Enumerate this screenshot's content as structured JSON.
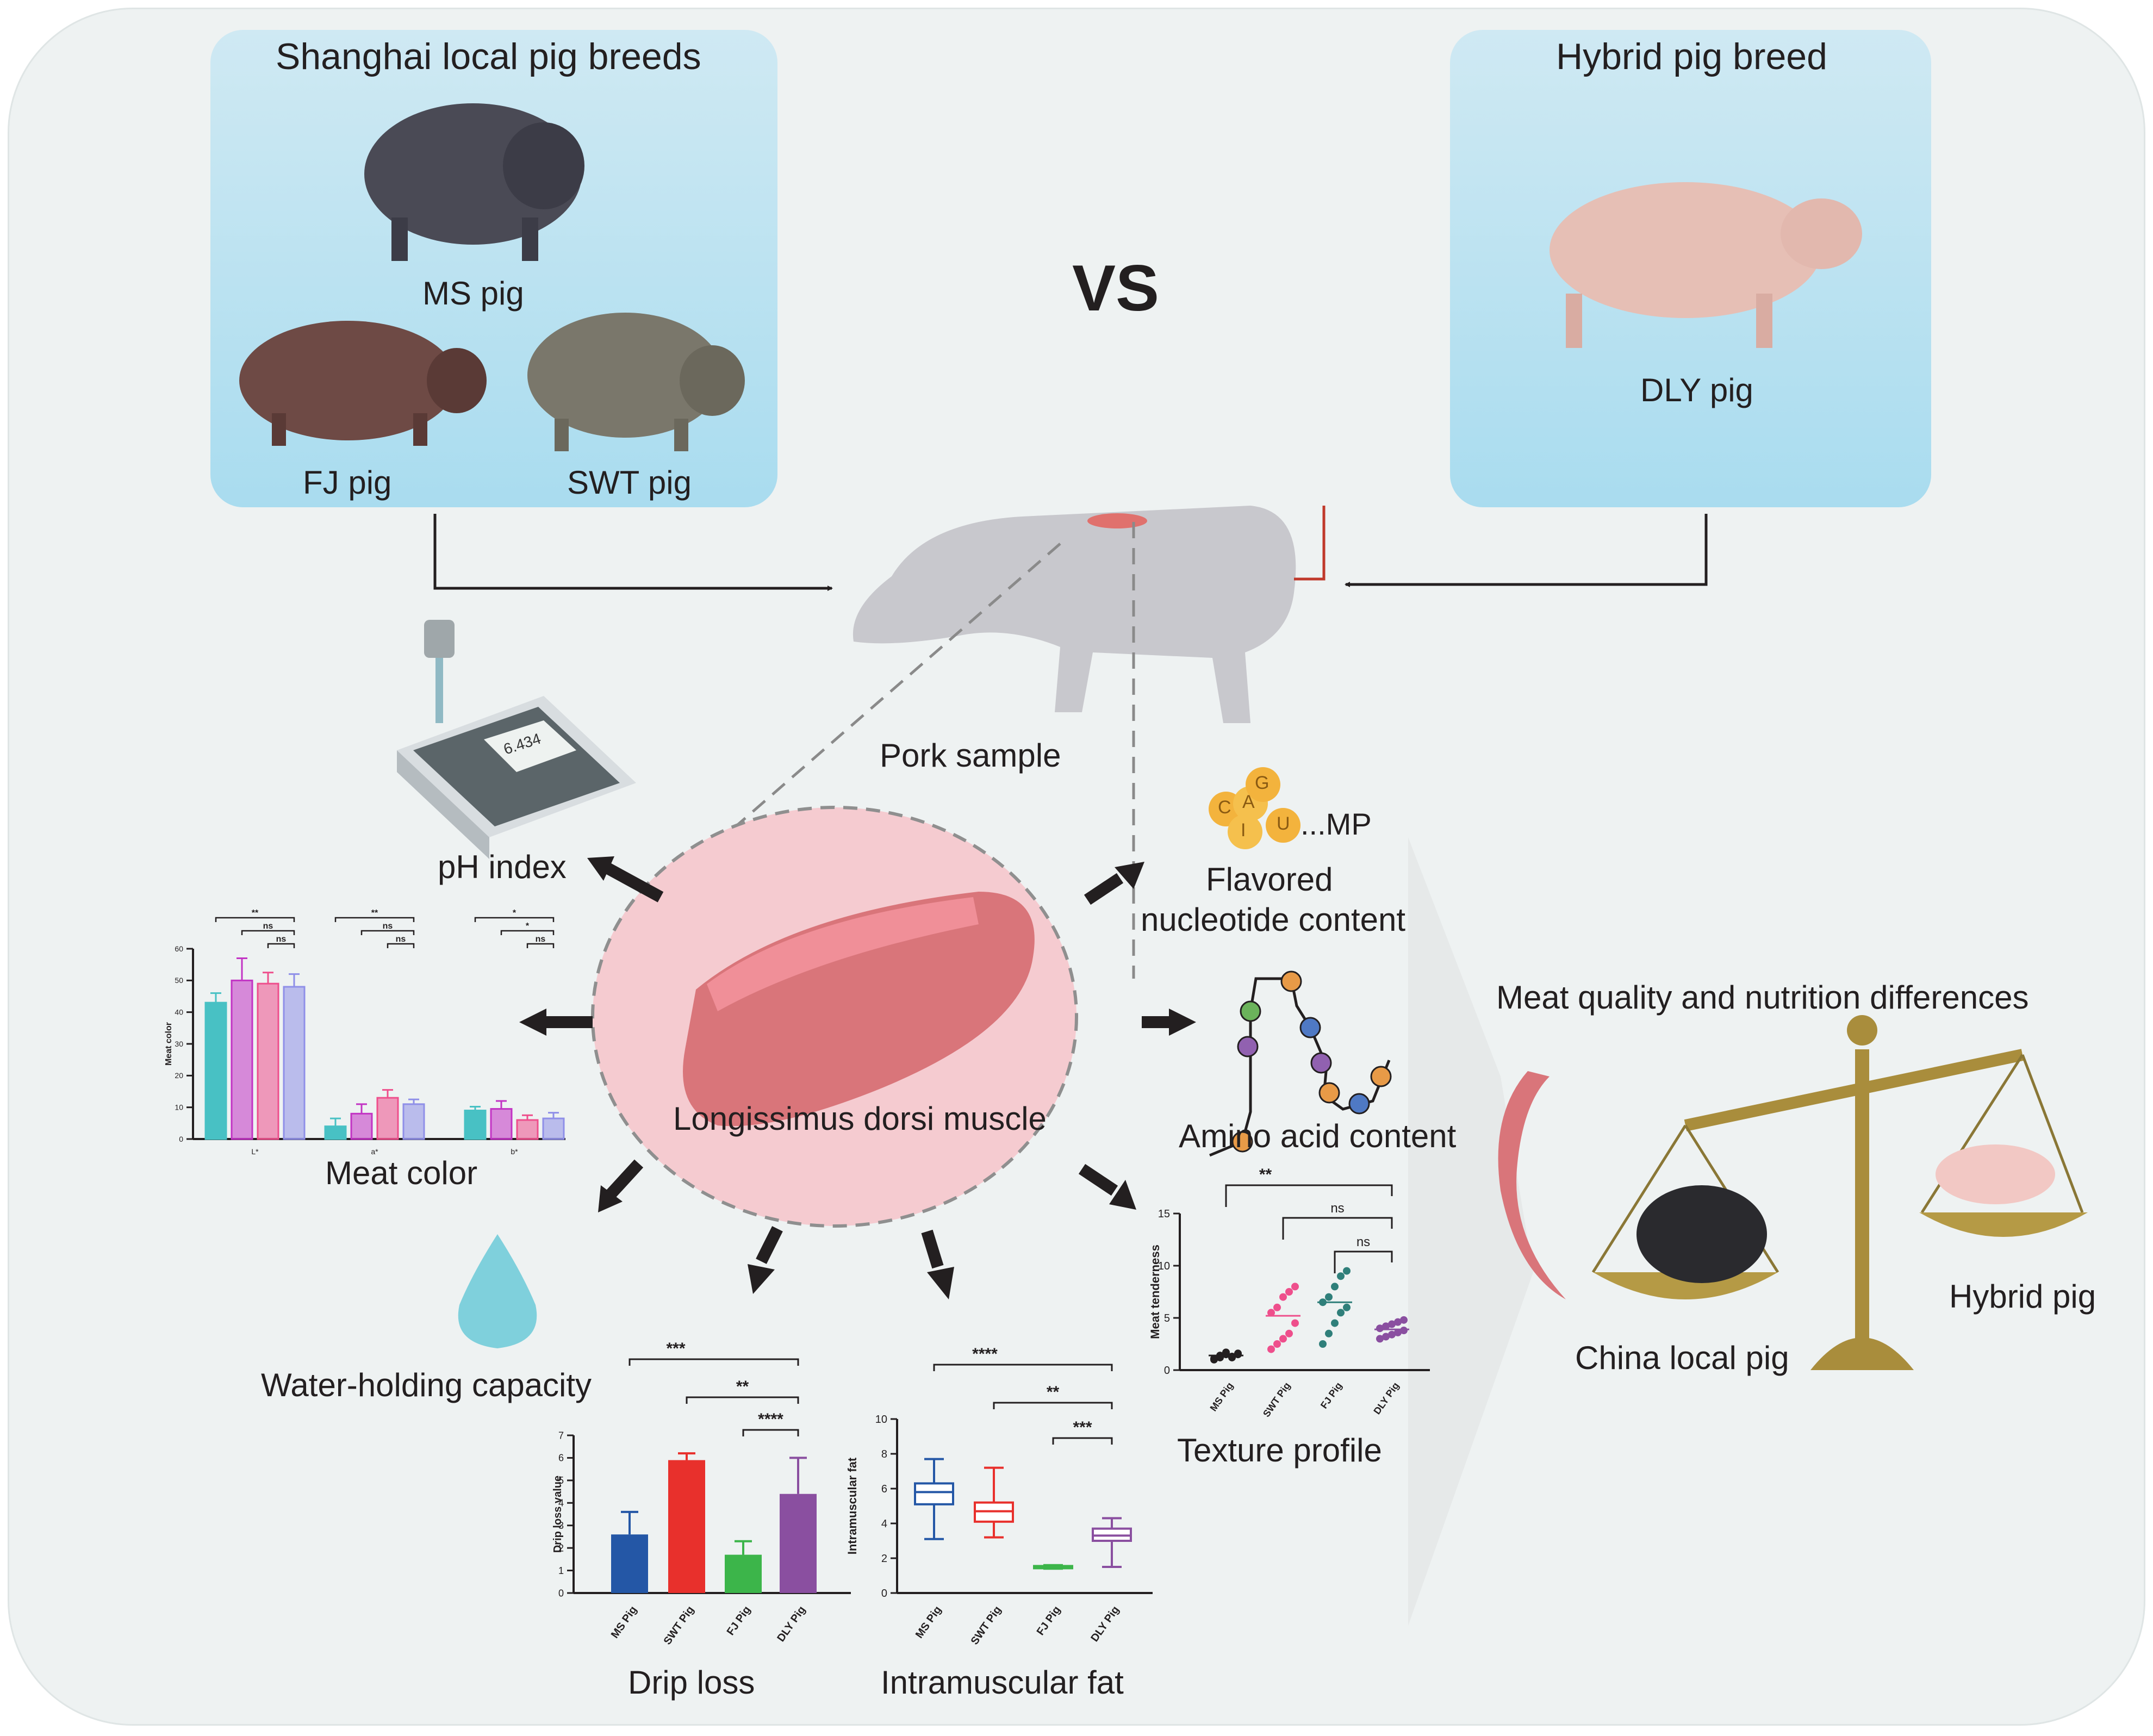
{
  "header": {
    "local_title": "Shanghai local pig breeds",
    "hybrid_title": "Hybrid pig breed",
    "vs": "VS"
  },
  "pigs": {
    "ms": "MS pig",
    "fj": "FJ pig",
    "swt": "SWT pig",
    "dly": "DLY pig"
  },
  "center": {
    "pork_sample": "Pork sample",
    "muscle": "Longissimus dorsi muscle"
  },
  "indicators": {
    "ph": "pH index",
    "meat_color": "Meat color",
    "water": "Water-holding capacity",
    "drip": "Drip loss",
    "imf": "Intramuscular fat",
    "texture": "Texture profile",
    "amino": "Amino acid content",
    "flavor_line1": "Flavored",
    "flavor_line2": "nucleotide content",
    "nucleotide_suffix": "...MP",
    "nucleotide_letters": [
      "C",
      "A",
      "G",
      "I",
      "U"
    ]
  },
  "ph_meter": {
    "reading": "6.434"
  },
  "balance": {
    "title": "Meat quality and nutrition differences",
    "china_local": "China local pig",
    "hybrid": "Hybrid pig"
  },
  "colors": {
    "ms": "#2457a6",
    "swt": "#e8302c",
    "fj": "#3cb54a",
    "dly": "#8a4fa0",
    "teal": "#48c1c4",
    "magenta": "#c233c4",
    "pink": "#ee4f8c",
    "lavender": "#8f8fe8",
    "muscle": "#f5cbd0",
    "box": "#b5e0f1"
  },
  "chart_data": [
    {
      "type": "bar",
      "ylabel": "Meat color",
      "categories": [
        "L*",
        "a*",
        "b*"
      ],
      "ylim": [
        0,
        60
      ],
      "yticks": [
        "0",
        "10",
        "20",
        "30",
        "40",
        "50",
        "60"
      ],
      "series": [
        {
          "values": [
            43,
            4,
            9
          ],
          "errors": [
            3,
            2.5,
            1.2
          ]
        },
        {
          "values": [
            50,
            8,
            9.5
          ],
          "errors": [
            7,
            3,
            2.5
          ]
        },
        {
          "values": [
            49,
            13,
            6
          ],
          "errors": [
            3.5,
            2.5,
            1.5
          ]
        },
        {
          "values": [
            48,
            11,
            6.5
          ],
          "errors": [
            4,
            1.5,
            1.8
          ]
        }
      ],
      "significance": [
        [
          "**",
          "ns",
          "ns"
        ],
        [
          "**",
          "ns",
          "ns"
        ],
        [
          "*",
          "*",
          "ns"
        ]
      ]
    },
    {
      "type": "bar",
      "ylabel": "Drip loss value",
      "categories": [
        "MS Pig",
        "SWT Pig",
        "FJ Pig",
        "DLY Pig"
      ],
      "values": [
        2.6,
        5.9,
        1.7,
        4.4
      ],
      "errors": [
        1.0,
        0.3,
        0.6,
        1.6
      ],
      "ylim": [
        0,
        7
      ],
      "yticks": [
        "0",
        "1",
        "2",
        "3",
        "4",
        "5",
        "6",
        "7"
      ],
      "significance": [
        "***",
        "**",
        "****"
      ]
    },
    {
      "type": "box",
      "ylabel": "Intramuscular fat",
      "categories": [
        "MS Pig",
        "SWT Pig",
        "FJ Pig",
        "DLY Pig"
      ],
      "boxes": [
        {
          "min": 3.1,
          "q1": 5.1,
          "median": 5.8,
          "q3": 6.3,
          "max": 7.7
        },
        {
          "min": 3.2,
          "q1": 4.1,
          "median": 4.7,
          "q3": 5.2,
          "max": 7.2
        },
        {
          "min": 1.4,
          "q1": 1.45,
          "median": 1.5,
          "q3": 1.55,
          "max": 1.6
        },
        {
          "min": 1.5,
          "q1": 3.0,
          "median": 3.3,
          "q3": 3.7,
          "max": 4.3
        }
      ],
      "ylim": [
        0,
        10
      ],
      "yticks": [
        "0",
        "2",
        "4",
        "6",
        "8",
        "10"
      ],
      "significance": [
        "****",
        "**",
        "***"
      ]
    },
    {
      "type": "scatter",
      "ylabel": "Meat tenderness",
      "categories": [
        "MS Pig",
        "SWT Pig",
        "FJ Pig",
        "DLY Pig"
      ],
      "points": [
        [
          1.0,
          1.2,
          1.5,
          1.3,
          1.6,
          1.1,
          1.4,
          1.7,
          1.2,
          1.5
        ],
        [
          2.0,
          2.5,
          3.0,
          3.5,
          4.5,
          5.5,
          6.0,
          7.0,
          7.5,
          8.0
        ],
        [
          2.5,
          3.5,
          4.5,
          5.5,
          6.0,
          6.5,
          7.0,
          8.0,
          9.0,
          9.5
        ],
        [
          3.0,
          3.2,
          3.4,
          3.6,
          3.8,
          4.0,
          4.2,
          4.4,
          4.6,
          4.8
        ]
      ],
      "means": [
        1.4,
        5.2,
        6.5,
        3.9
      ],
      "ylim": [
        0,
        15
      ],
      "yticks": [
        "0",
        "5",
        "10",
        "15"
      ],
      "significance": [
        "**",
        "ns",
        "ns"
      ]
    }
  ]
}
